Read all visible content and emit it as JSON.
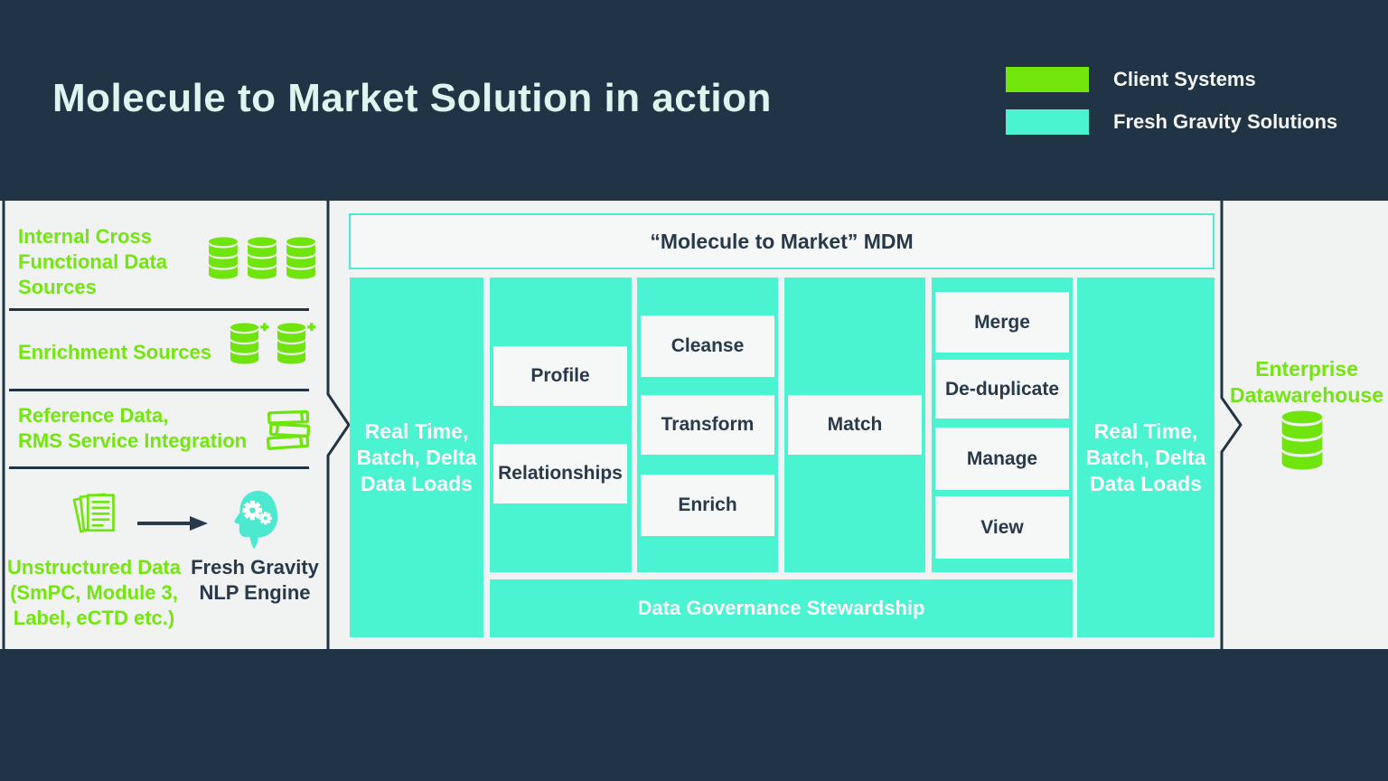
{
  "colors": {
    "background_navy": "#213445",
    "band_light": "#f0f3f2",
    "teal": "#4af4d0",
    "green": "#72e60d",
    "box_white": "#f5f8f7",
    "navy_text": "#27394a",
    "title_text": "#ddf4ef"
  },
  "header": {
    "title": "Molecule to Market Solution in action",
    "legend": [
      {
        "label": "Client Systems",
        "color": "#72e60d"
      },
      {
        "label": "Fresh Gravity Solutions",
        "color": "#4af4d0"
      }
    ]
  },
  "left_panel": {
    "row1": {
      "label": "Internal Cross\nFunctional Data\nSources",
      "icon": "database-stack-icon"
    },
    "row2": {
      "label": "Enrichment Sources",
      "icon": "database-plus-icon"
    },
    "row3": {
      "label": "Reference Data,\nRMS Service Integration",
      "icon": "books-icon"
    },
    "row4": {
      "source_label": "Unstructured Data\n(SmPC, Module 3,\nLabel, eCTD etc.)",
      "source_icon": "documents-icon",
      "target_label": "Fresh Gravity\nNLP Engine",
      "target_icon": "nlp-head-icon"
    }
  },
  "mdm": {
    "title": "“Molecule to Market” MDM",
    "left_pipeline": "Real Time,\nBatch, Delta\nData Loads",
    "right_pipeline": "Real Time,\nBatch, Delta\nData Loads",
    "profile_col": [
      "Profile",
      "Relationships"
    ],
    "cleanse_col": [
      "Cleanse",
      "Transform",
      "Enrich"
    ],
    "match_col": [
      "Match"
    ],
    "merge_col": [
      "Merge",
      "De-duplicate",
      "Manage",
      "View"
    ],
    "governance": "Data Governance Stewardship"
  },
  "right_panel": {
    "label": "Enterprise\nDatawarehouse",
    "icon": "database-icon"
  }
}
